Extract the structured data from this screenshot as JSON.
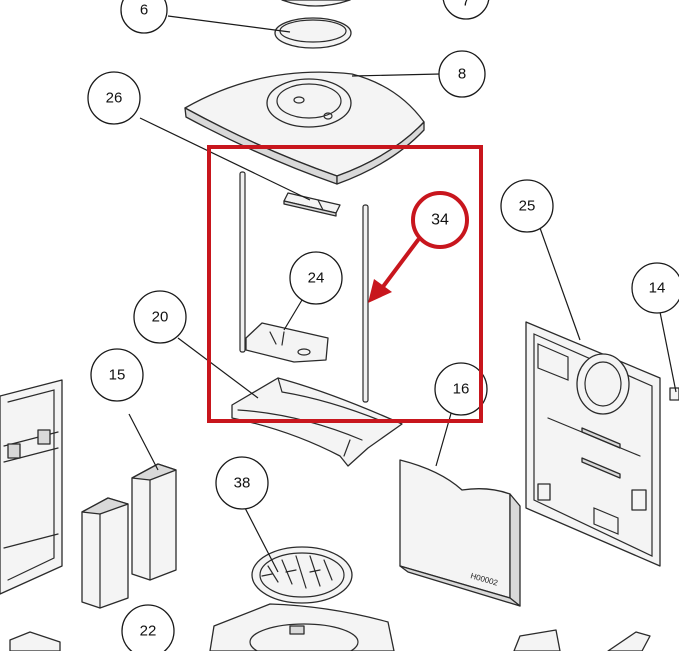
{
  "callouts": {
    "c6": "6",
    "c7": "7",
    "c8": "8",
    "c26": "26",
    "c24": "24",
    "c25": "25",
    "c14": "14",
    "c20": "20",
    "c15": "15",
    "c16": "16",
    "c38": "38",
    "c22": "22"
  },
  "highlight": {
    "label": "34",
    "color": "#c8161d"
  },
  "panel_stamp": "H00002"
}
